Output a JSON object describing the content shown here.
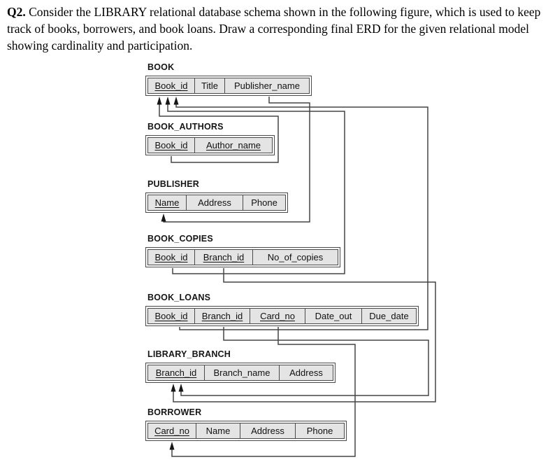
{
  "question": {
    "number": "Q2.",
    "text": "Consider the LIBRARY relational database schema shown in the following figure, which is used to keep track of books, borrowers, and book loans. Draw a corresponding final ERD for the given relational model showing cardinality and participation."
  },
  "diagram": {
    "tables": [
      {
        "name": "BOOK",
        "attributes": [
          {
            "label": "Book_id",
            "key": true
          },
          {
            "label": "Title",
            "key": false
          },
          {
            "label": "Publisher_name",
            "key": false
          }
        ]
      },
      {
        "name": "BOOK_AUTHORS",
        "attributes": [
          {
            "label": "Book_id",
            "key": true
          },
          {
            "label": "Author_name",
            "key": true
          }
        ]
      },
      {
        "name": "PUBLISHER",
        "attributes": [
          {
            "label": "Name",
            "key": true
          },
          {
            "label": "Address",
            "key": false
          },
          {
            "label": "Phone",
            "key": false
          }
        ]
      },
      {
        "name": "BOOK_COPIES",
        "attributes": [
          {
            "label": "Book_id",
            "key": true
          },
          {
            "label": "Branch_id",
            "key": true
          },
          {
            "label": "No_of_copies",
            "key": false
          }
        ]
      },
      {
        "name": "BOOK_LOANS",
        "attributes": [
          {
            "label": "Book_id",
            "key": true
          },
          {
            "label": "Branch_id",
            "key": true
          },
          {
            "label": "Card_no",
            "key": true
          },
          {
            "label": "Date_out",
            "key": false
          },
          {
            "label": "Due_date",
            "key": false
          }
        ]
      },
      {
        "name": "LIBRARY_BRANCH",
        "attributes": [
          {
            "label": "Branch_id",
            "key": true
          },
          {
            "label": "Branch_name",
            "key": false
          },
          {
            "label": "Address",
            "key": false
          }
        ]
      },
      {
        "name": "BORROWER",
        "attributes": [
          {
            "label": "Card_no",
            "key": true
          },
          {
            "label": "Name",
            "key": false
          },
          {
            "label": "Address",
            "key": false
          },
          {
            "label": "Phone",
            "key": false
          }
        ]
      }
    ],
    "foreign_keys": [
      {
        "from": "BOOK_AUTHORS.Book_id",
        "to": "BOOK.Book_id"
      },
      {
        "from": "BOOK_COPIES.Book_id",
        "to": "BOOK.Book_id"
      },
      {
        "from": "BOOK_LOANS.Book_id",
        "to": "BOOK.Book_id"
      },
      {
        "from": "BOOK.Publisher_name",
        "to": "PUBLISHER.Name"
      },
      {
        "from": "BOOK_COPIES.Branch_id",
        "to": "LIBRARY_BRANCH.Branch_id"
      },
      {
        "from": "BOOK_LOANS.Branch_id",
        "to": "LIBRARY_BRANCH.Branch_id"
      },
      {
        "from": "BOOK_LOANS.Card_no",
        "to": "BORROWER.Card_no"
      }
    ],
    "colors": {
      "cell_bg": "#e4e4e4",
      "line": "#454545",
      "text": "#111111"
    }
  }
}
